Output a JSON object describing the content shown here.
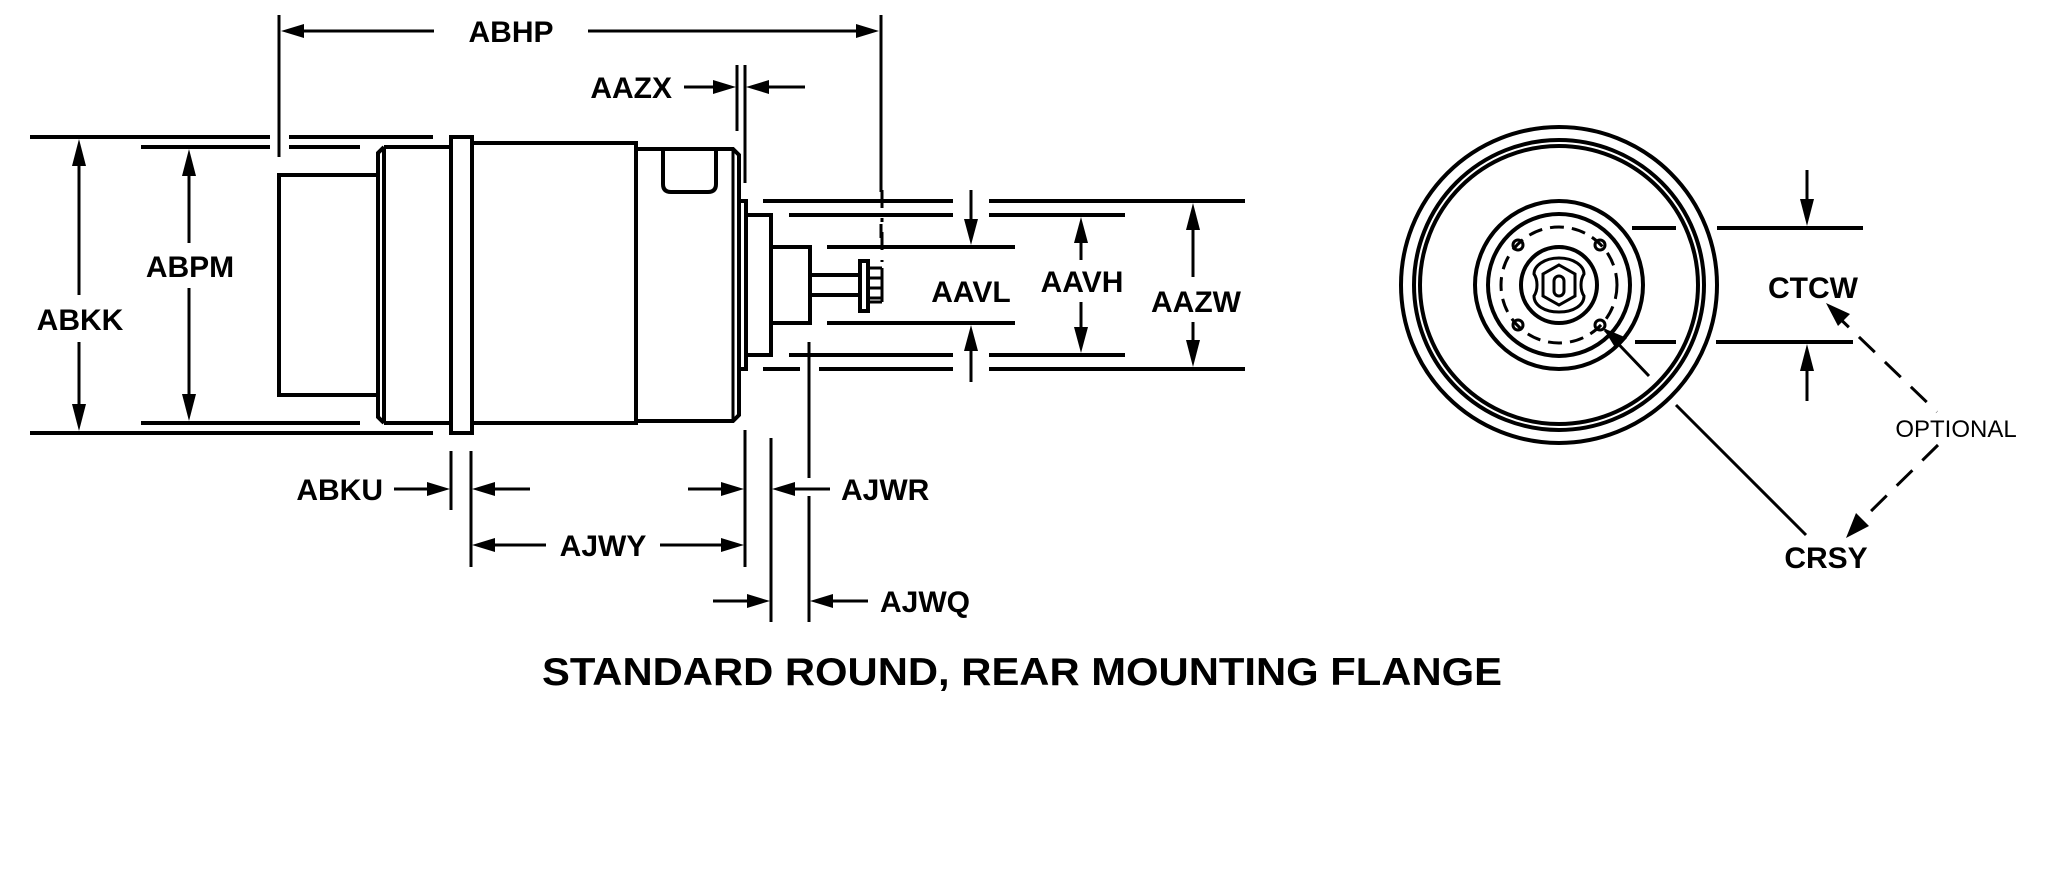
{
  "drawing": {
    "title": "STANDARD ROUND, REAR MOUNTING FLANGE",
    "side_view": {
      "dimensions": {
        "abhp": "ABHP",
        "aazx": "AAZX",
        "abpm": "ABPM",
        "abkk": "ABKK",
        "aavl": "AAVL",
        "aavh": "AAVH",
        "aazw": "AAZW",
        "abku": "ABKU",
        "ajwy": "AJWY",
        "ajwr": "AJWR",
        "ajwq": "AJWQ"
      }
    },
    "end_view": {
      "dimensions": {
        "ctcw": "CTCW",
        "crsy": "CRSY"
      },
      "note": "OPTIONAL"
    },
    "colors": {
      "ink": "#000000",
      "paper": "#ffffff"
    }
  }
}
